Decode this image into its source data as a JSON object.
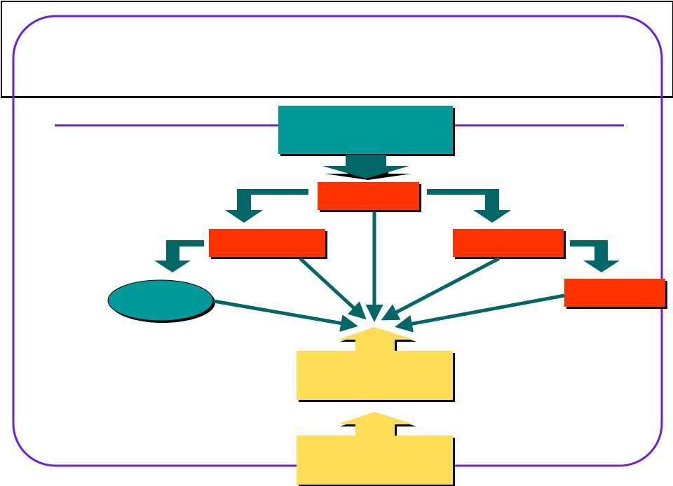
{
  "colors": {
    "frame": "#6a1fd8",
    "teal_box": "#009999",
    "red_box": "#ff3300",
    "yellow_box": "#ffdd55",
    "arrow": "#006666",
    "shadow": "#000000"
  },
  "nodes": [
    {
      "id": "top-box",
      "shape": "rect",
      "color": "teal_box",
      "label": ""
    },
    {
      "id": "center-box",
      "shape": "rect",
      "color": "red_box",
      "label": ""
    },
    {
      "id": "left-box",
      "shape": "rect",
      "color": "red_box",
      "label": ""
    },
    {
      "id": "right-box",
      "shape": "rect",
      "color": "red_box",
      "label": ""
    },
    {
      "id": "far-right-box",
      "shape": "rect",
      "color": "red_box",
      "label": ""
    },
    {
      "id": "ellipse-node",
      "shape": "ellipse",
      "color": "teal_box",
      "label": ""
    },
    {
      "id": "lower-yellow-box",
      "shape": "rect",
      "color": "yellow_box",
      "label": ""
    },
    {
      "id": "bottom-yellow-box",
      "shape": "rect",
      "color": "yellow_box",
      "label": ""
    }
  ],
  "edges": [
    {
      "from": "top-box",
      "to": "center-box"
    },
    {
      "from": "center-box",
      "to": "left-box"
    },
    {
      "from": "center-box",
      "to": "right-box"
    },
    {
      "from": "left-box",
      "to": "ellipse-node"
    },
    {
      "from": "right-box",
      "to": "far-right-box"
    },
    {
      "from": "center-box",
      "to": "lower-yellow-box"
    },
    {
      "from": "left-box",
      "to": "lower-yellow-box"
    },
    {
      "from": "right-box",
      "to": "lower-yellow-box"
    },
    {
      "from": "ellipse-node",
      "to": "lower-yellow-box"
    },
    {
      "from": "far-right-box",
      "to": "lower-yellow-box"
    },
    {
      "from": "lower-yellow-box",
      "to": "center-box"
    },
    {
      "from": "bottom-yellow-box",
      "to": "lower-yellow-box"
    }
  ]
}
